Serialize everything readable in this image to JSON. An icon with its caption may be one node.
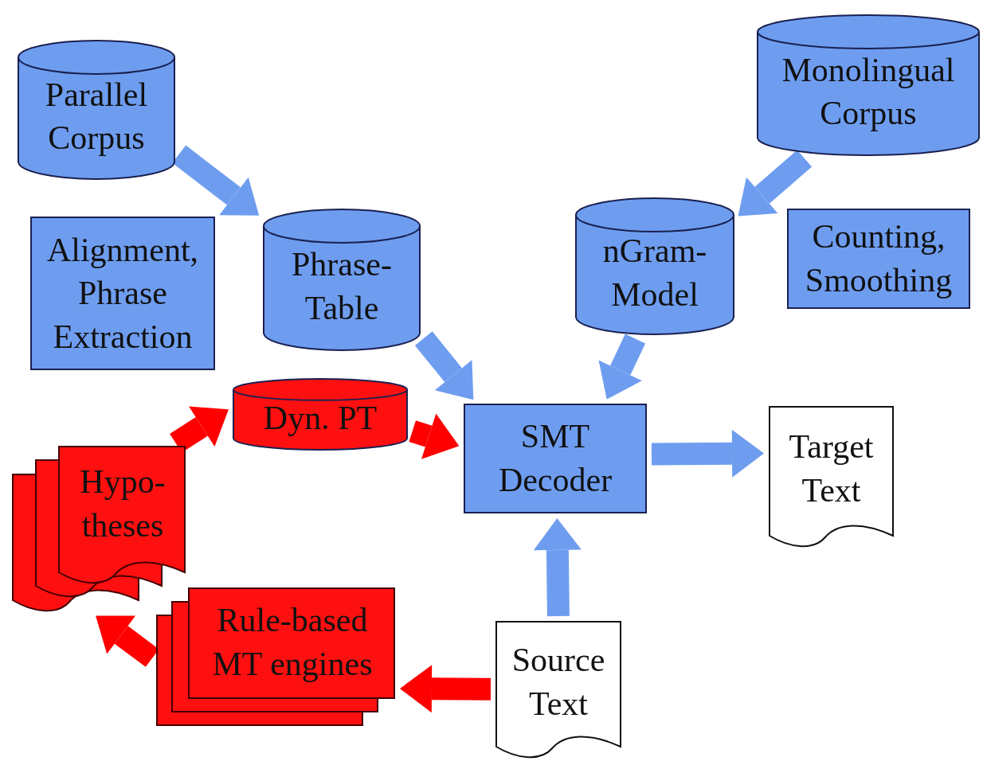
{
  "diagram": {
    "nodes": [
      {
        "text": [
          "Parallel Corpus"
        ]
      },
      {
        "text": [
          "Monolingual Corpus"
        ]
      },
      {
        "text": [
          "Alignment, Phrase Extraction"
        ]
      },
      {
        "text": [
          "Phrase-Table"
        ]
      },
      {
        "text": [
          "nGram-Model"
        ]
      },
      {
        "text": [
          "Counting, Smoothing"
        ]
      },
      {
        "text": [
          "Dyn. PT"
        ]
      },
      {
        "text": [
          "SMT Decoder"
        ]
      },
      {
        "text": [
          "Target Text"
        ]
      },
      {
        "text": [
          "Hypo-theses"
        ]
      },
      {
        "text": [
          "Rule-based MT engines"
        ]
      },
      {
        "text": [
          "Source Text"
        ]
      }
    ],
    "edges": [
      {
        "from": 0,
        "to": 3,
        "arrow": "to"
      },
      {
        "from": 1,
        "to": 4,
        "arrow": "to"
      },
      {
        "from": 3,
        "to": 7,
        "arrow": "to"
      },
      {
        "from": 4,
        "to": 7,
        "arrow": "to"
      },
      {
        "from": 6,
        "to": 7,
        "arrow": "to",
        "color": "#ff0000"
      },
      {
        "from": 9,
        "to": 6,
        "arrow": "to",
        "color": "#ff0000"
      },
      {
        "from": 7,
        "to": 8,
        "arrow": "to"
      },
      {
        "from": 11,
        "to": 7,
        "arrow": "to"
      },
      {
        "from": 11,
        "to": 10,
        "arrow": "to",
        "color": "#ff0000"
      },
      {
        "from": 10,
        "to": 9,
        "arrow": "to",
        "color": "#ff0000"
      }
    ]
  }
}
